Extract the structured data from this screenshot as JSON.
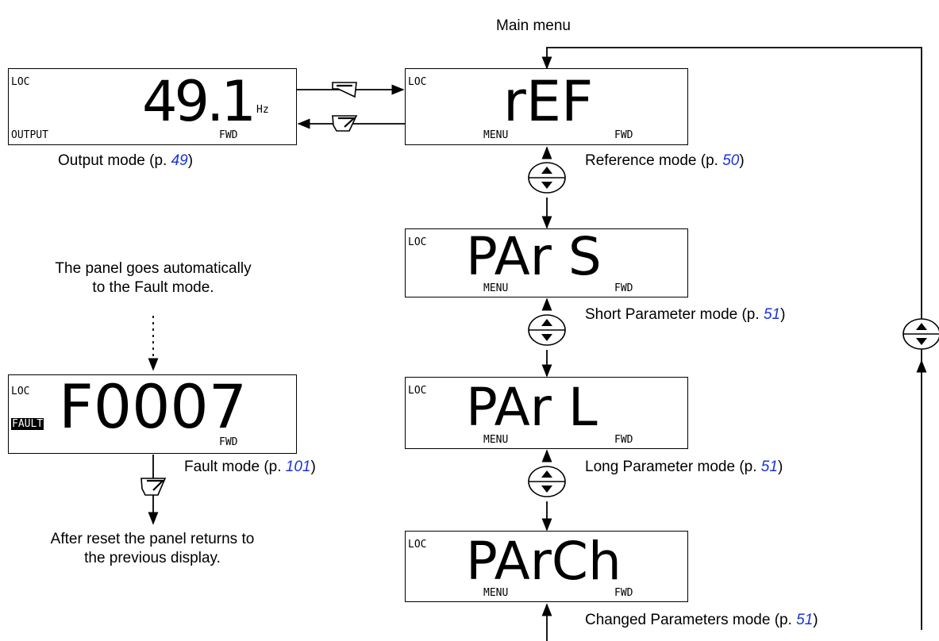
{
  "main_menu": {
    "label": "Main menu"
  },
  "output_display": {
    "loc": "LOC",
    "value": "49.1",
    "unit": "Hz",
    "mode": "OUTPUT",
    "direction": "FWD",
    "caption": "Output mode (p. ",
    "page": "49",
    "caption_end": ")"
  },
  "reference_display": {
    "loc": "LOC",
    "value": "rEF",
    "menu": "MENU",
    "direction": "FWD",
    "caption": "Reference mode (p. ",
    "page": "50",
    "caption_end": ")"
  },
  "short_param_display": {
    "loc": "LOC",
    "value": "PAr S",
    "menu": "MENU",
    "direction": "FWD",
    "caption": "Short Parameter mode (p. ",
    "page": "51",
    "caption_end": ")"
  },
  "long_param_display": {
    "loc": "LOC",
    "value": "PAr L",
    "menu": "MENU",
    "direction": "FWD",
    "caption": "Long Parameter mode (p. ",
    "page": "51",
    "caption_end": ")"
  },
  "changed_param_display": {
    "loc": "LOC",
    "value": "PArCh",
    "menu": "MENU",
    "direction": "FWD",
    "caption": "Changed Parameters mode (p. ",
    "page": "51",
    "caption_end": ")"
  },
  "fault_display": {
    "loc": "LOC",
    "value": "F0007",
    "tag": "FAULT",
    "direction": "FWD",
    "caption": "Fault mode (p. ",
    "page": "101",
    "caption_end": ")"
  },
  "notes": {
    "auto_fault_line1": "The panel goes automatically",
    "auto_fault_line2": "to the Fault mode.",
    "after_reset_line1": "After reset the panel returns to",
    "after_reset_line2": "the previous display."
  },
  "colors": {
    "page_ref": "#1a33d6",
    "line": "#000000"
  },
  "icons": [
    "up-down-arrow-key-icon",
    "soft-key-left-icon",
    "soft-key-right-icon"
  ]
}
